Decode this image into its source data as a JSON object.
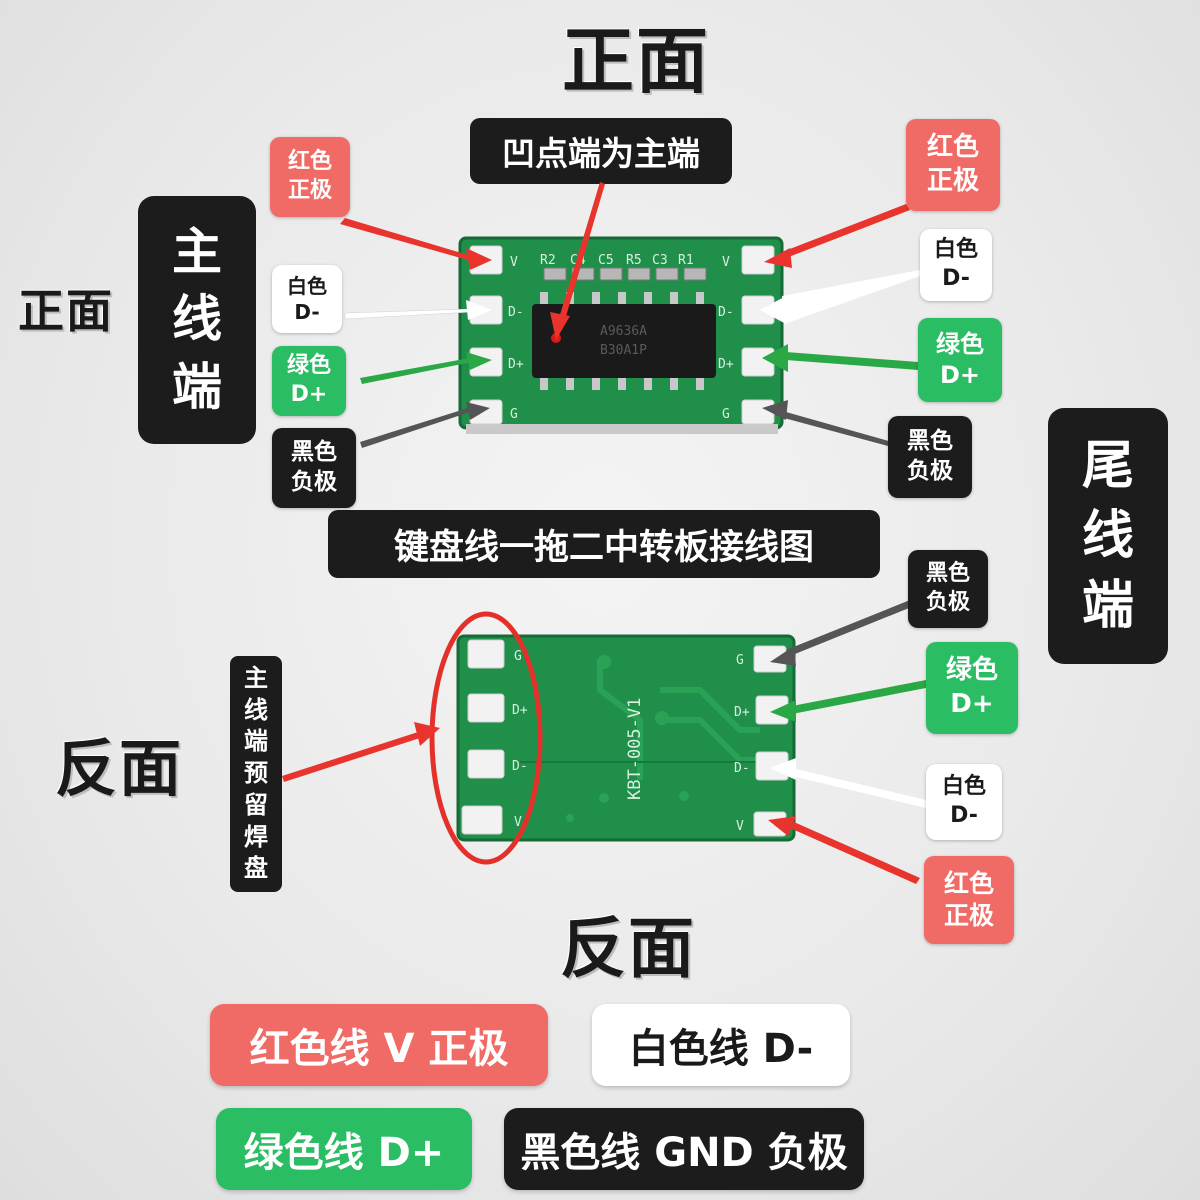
{
  "titles": {
    "top_front": "正面",
    "left_front": "正面",
    "back_left": "反面",
    "back_bottom": "反面",
    "center_bar": "键盘线一拖二中转板接线图",
    "concave_note": "凹点端为主端"
  },
  "vertical_boxes": {
    "main_end": [
      "主",
      "线",
      "端"
    ],
    "tail_end": [
      "尾",
      "线",
      "端"
    ],
    "reserved_pads": [
      "主",
      "线",
      "端",
      "预",
      "留",
      "焊",
      "盘"
    ]
  },
  "tags": {
    "tl_red": "红色\n正极",
    "tl_white": "白色\nD-",
    "tl_green": "绿色\nD+",
    "tl_black": "黑色\n负极",
    "tr_red": "红色\n正极",
    "tr_white": "白色\nD-",
    "tr_green": "绿色\nD+",
    "tr_black": "黑色\n负极",
    "br_black": "黑色\n负极",
    "br_green": "绿色\nD+",
    "br_white": "白色\nD-",
    "br_red": "红色\n正极"
  },
  "board_front": {
    "silk_top": [
      "R1",
      "C3",
      "R5",
      "C5",
      "C4",
      "R2"
    ],
    "chip_text": [
      "A9636A",
      "B30A1P"
    ],
    "pin_labels_left": [
      "V",
      "D-",
      "D+",
      "G"
    ],
    "pin_labels_right": [
      "V",
      "D-",
      "D+",
      "G"
    ]
  },
  "board_back": {
    "model": "KBT-005-V1",
    "pin_labels_left": [
      "G",
      "D+",
      "D-",
      "V"
    ],
    "pin_labels_right": [
      "G",
      "D+",
      "D-",
      "V"
    ]
  },
  "legend": {
    "red": "红色线 V 正极",
    "white": "白色线 D-",
    "green": "绿色线 D+",
    "black": "黑色线 GND 负极"
  },
  "colors": {
    "red": "#f06b66",
    "green": "#2bbd63",
    "black": "#1c1c1c",
    "white": "#ffffff",
    "pcb": "#1f8f4a"
  }
}
